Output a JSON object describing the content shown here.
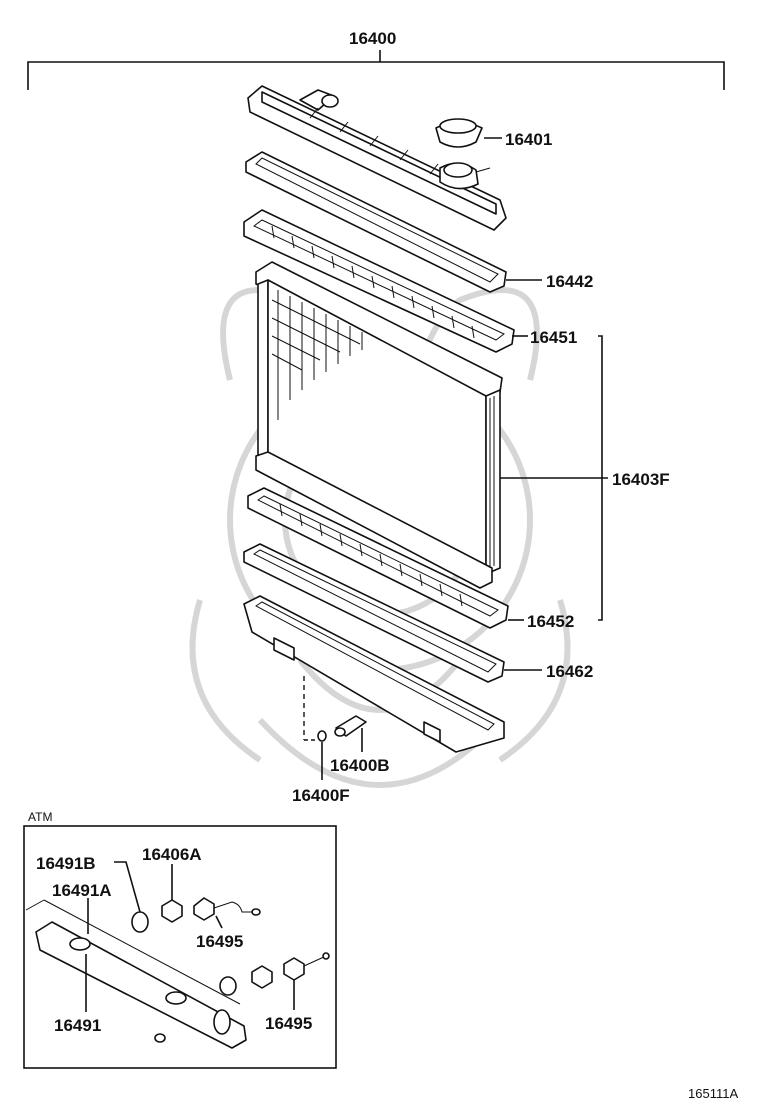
{
  "labels": {
    "assembly": "16400",
    "cap": "16401",
    "gasket_top": "16442",
    "tank_top": "16451",
    "core": "16403F",
    "tank_bottom": "16452",
    "gasket_bottom": "16462",
    "drain_cock": "16400B",
    "drain_oring": "16400F",
    "inset_title": "ATM",
    "inset_gasket": "16491B",
    "inset_nut": "16406A",
    "inset_plug": "16491A",
    "inset_hose_upper": "16495",
    "inset_cooler": "16491",
    "inset_hose_lower": "16495",
    "figure_code": "165111A"
  }
}
